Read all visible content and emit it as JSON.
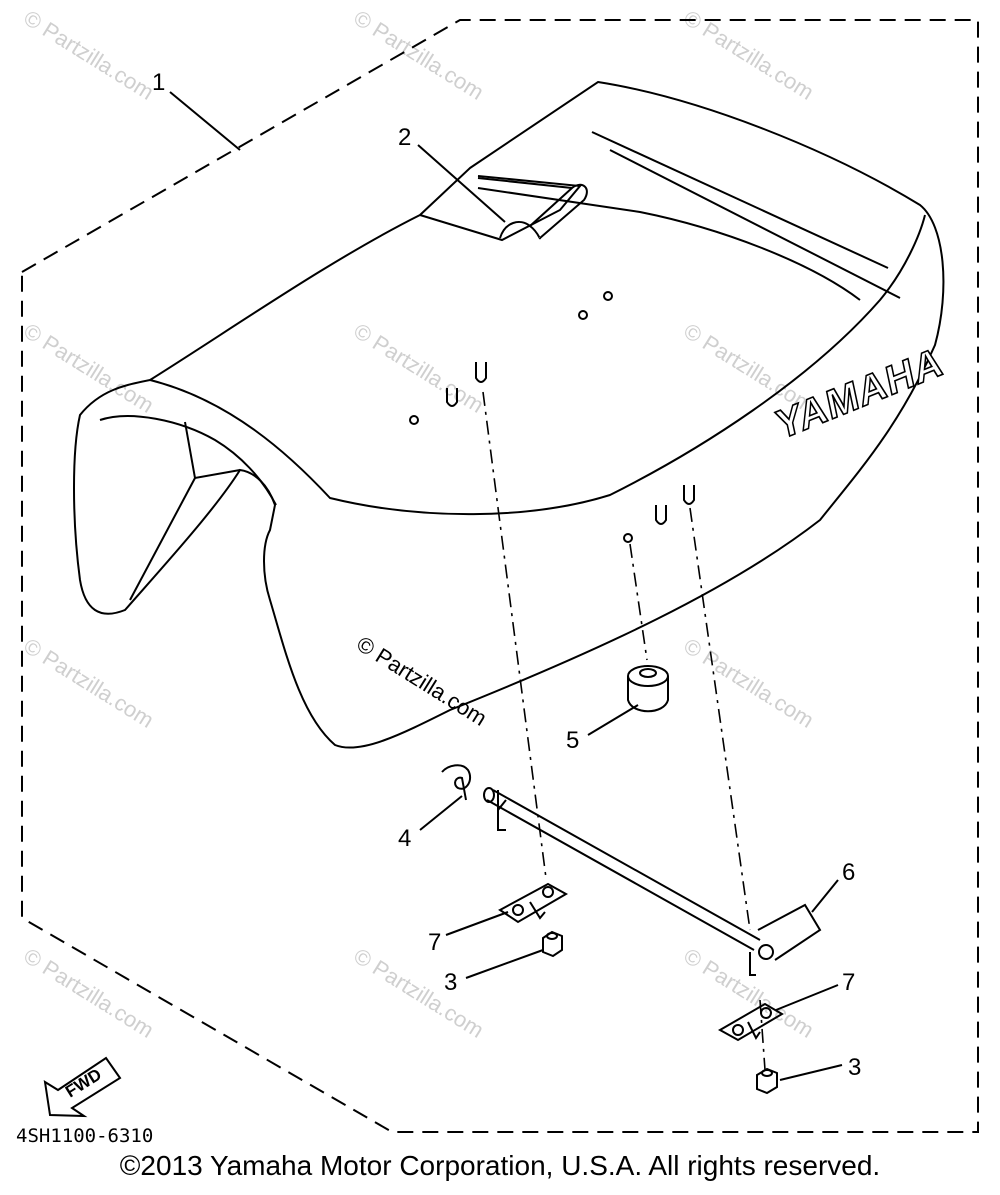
{
  "watermark": {
    "text": "© Partzilla.com",
    "center_text": "© Partzilla.com"
  },
  "parts": {
    "seat": {
      "callout": "1",
      "brand": "YAMAHA"
    },
    "grab_strap": {
      "callout": "2"
    },
    "nut_left": {
      "callout": "3"
    },
    "nut_right": {
      "callout": "3"
    },
    "clip": {
      "callout": "4"
    },
    "damper": {
      "callout": "5"
    },
    "rod_bracket": {
      "callout": "6"
    },
    "bracket_left": {
      "callout": "7"
    },
    "bracket_right": {
      "callout": "7"
    }
  },
  "fwd_label": "FWD",
  "diagram_code": "4SH1100-6310",
  "copyright": "©2013 Yamaha Motor Corporation, U.S.A. All rights reserved.",
  "colors": {
    "ink": "#000000",
    "watermark": "#cfcfcf",
    "background": "#ffffff"
  }
}
